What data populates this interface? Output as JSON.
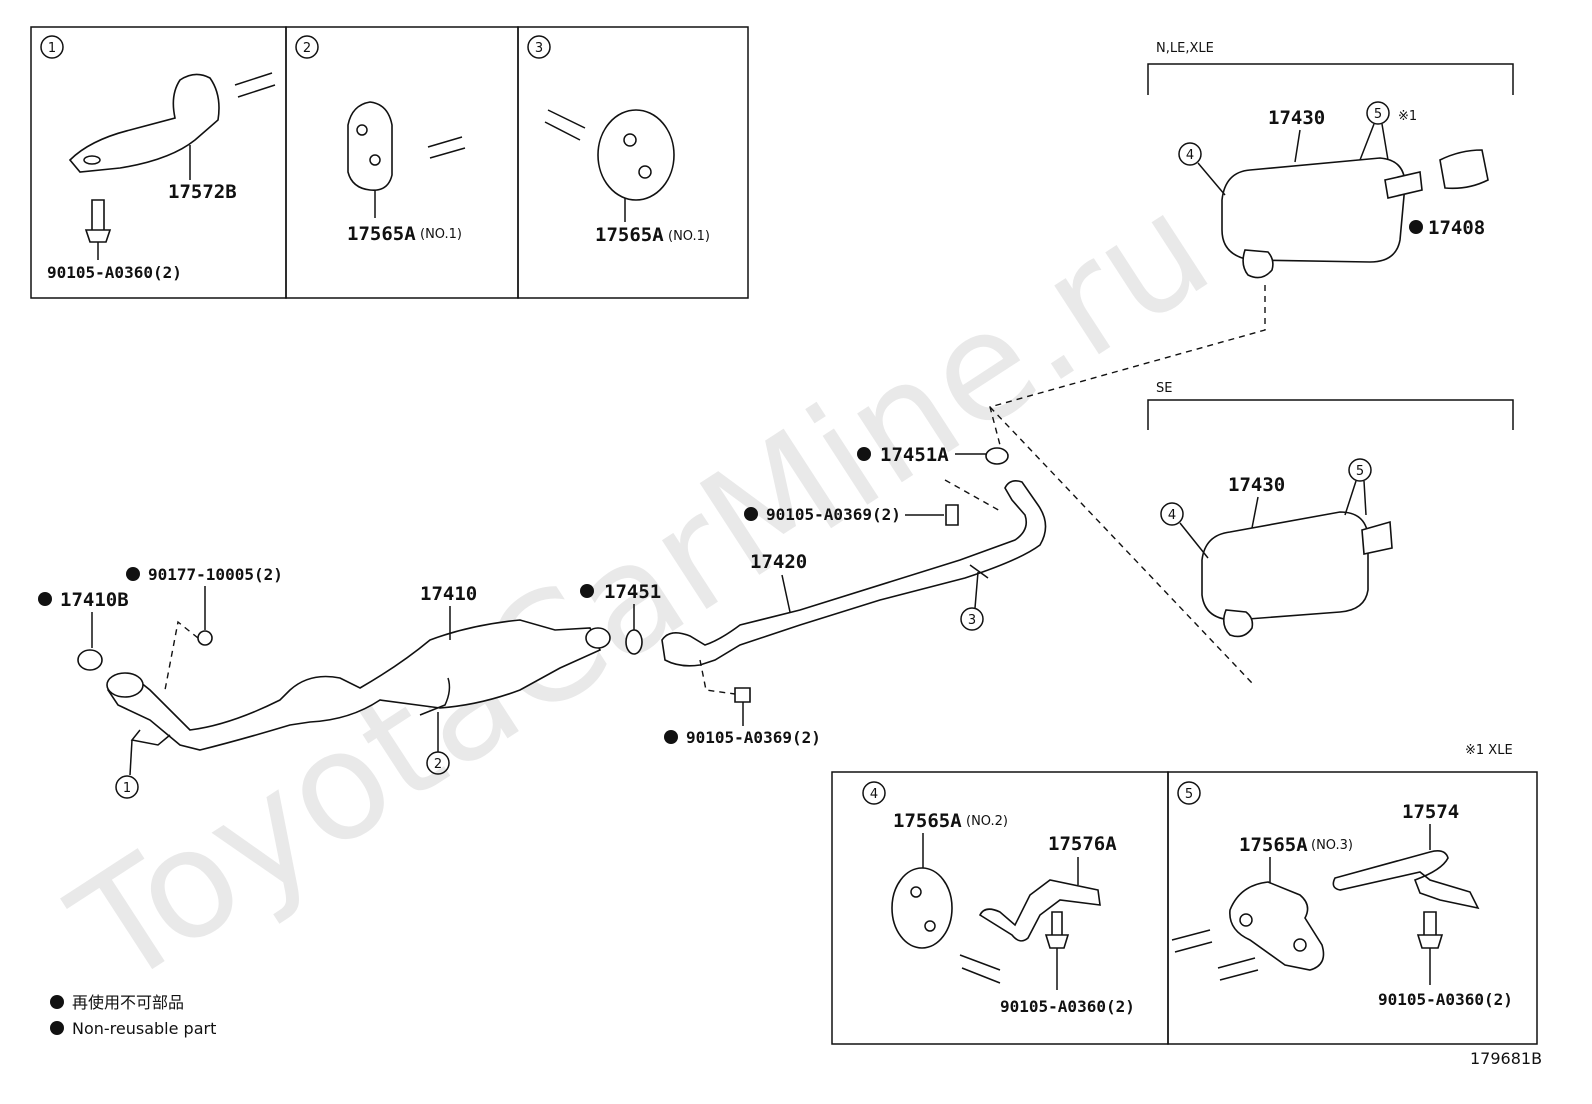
{
  "watermark": "ToyotaCarMine.ru",
  "footer_code": "179681B",
  "note": "※1 XLE",
  "legend": {
    "line1": "再使用不可部品",
    "line2": "Non-reusable part"
  },
  "boxes": {
    "b1": {
      "num": "1",
      "part": "17572B",
      "bolt": "90105-A0360(2)"
    },
    "b2": {
      "num": "2",
      "part": "17565A",
      "spec": "(NO.1)"
    },
    "b3": {
      "num": "3",
      "part": "17565A",
      "spec": "(NO.1)"
    },
    "b4": {
      "num": "4",
      "part": "17565A",
      "spec": "(NO.2)",
      "part2": "17576A",
      "bolt": "90105-A0360(2)"
    },
    "b5": {
      "num": "5",
      "part": "17565A",
      "spec": "(NO.3)",
      "part2": "17574",
      "bolt": "90105-A0360(2)"
    }
  },
  "variants": {
    "upper": {
      "label": "N,LE,XLE",
      "muffler": "17430",
      "tail": "17408",
      "note_mark": "※1"
    },
    "lower": {
      "label": "SE",
      "muffler": "17430"
    }
  },
  "main": {
    "p17410B": "17410B",
    "p90177": "90177-10005(2)",
    "p17410": "17410",
    "p17451": "17451",
    "p17420": "17420",
    "p17451A": "17451A",
    "p90105a": "90105-A0369(2)",
    "p90105b": "90105-A0369(2)"
  },
  "callouts": {
    "c1": "1",
    "c2": "2",
    "c3": "3",
    "c4": "4",
    "c5": "5"
  }
}
